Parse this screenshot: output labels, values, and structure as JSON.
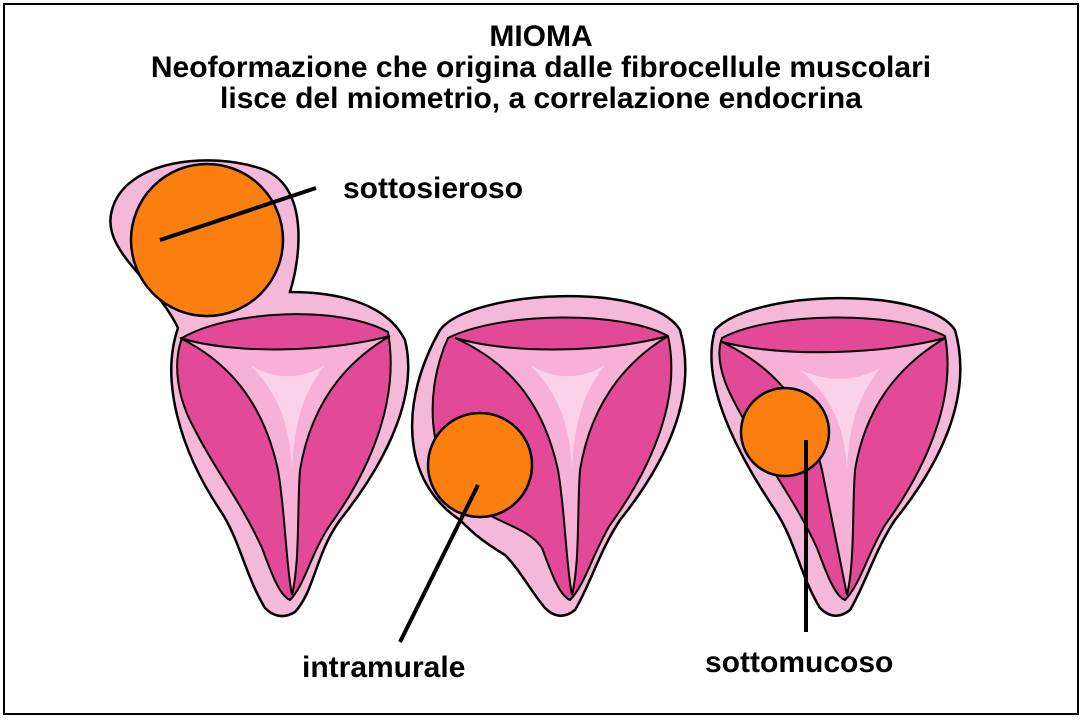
{
  "title": {
    "line1": "MIOMA",
    "line2": "Neoformazione che origina dalle fibrocellule muscolari",
    "line3": "lisce del miometrio, a correlazione endocrina"
  },
  "labels": {
    "subserosal": "sottosieroso",
    "intramural": "intramurale",
    "submucosal": "sottomucoso"
  },
  "colors": {
    "serosa": "#f4b8d8",
    "myometrium": "#e24a98",
    "cavity": "#f7b0d8",
    "cavity_shadow": "#c75aa0",
    "myoma": "#fb7f0f",
    "outline": "#000000"
  }
}
